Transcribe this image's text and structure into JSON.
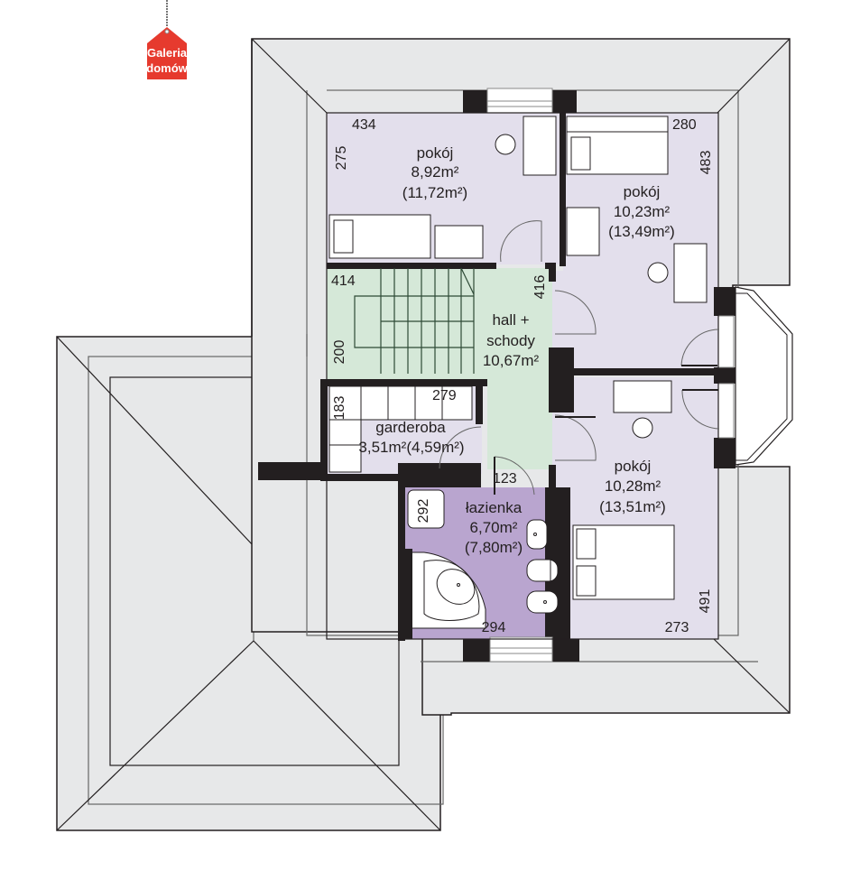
{
  "logo": {
    "line1": "Galeria",
    "line2": "domów",
    "color": "#e63a2e"
  },
  "colors": {
    "roof": "#e7e8e9",
    "wall": "#231f20",
    "bedroom": "#e3dfec",
    "hall": "#d5e8d8",
    "bathroom": "#b9a5cf",
    "furniture": "#ffffff",
    "line": "#231f20"
  },
  "rooms": [
    {
      "id": "bedroom-nw",
      "name": "pokój",
      "area": "8,92m²",
      "area_total": "(11,72m²)",
      "dims": [
        "434",
        "275"
      ]
    },
    {
      "id": "bedroom-ne",
      "name": "pokój",
      "area": "10,23m²",
      "area_total": "(13,49m²)",
      "dims": [
        "280",
        "483"
      ]
    },
    {
      "id": "hall",
      "name_line1": "hall +",
      "name_line2": "schody",
      "area": "10,67m²",
      "dims": [
        "414",
        "200",
        "416",
        "123"
      ]
    },
    {
      "id": "wardrobe",
      "name": "garderoba",
      "area": "3,51m²(4,59m²)",
      "dims": [
        "279",
        "183"
      ]
    },
    {
      "id": "bathroom",
      "name": "łazienka",
      "area": "6,70m²",
      "area_total": "(7,80m²)",
      "dims": [
        "292",
        "294"
      ]
    },
    {
      "id": "bedroom-se",
      "name": "pokój",
      "area": "10,28m²",
      "area_total": "(13,51m²)",
      "dims": [
        "273",
        "491"
      ]
    }
  ]
}
